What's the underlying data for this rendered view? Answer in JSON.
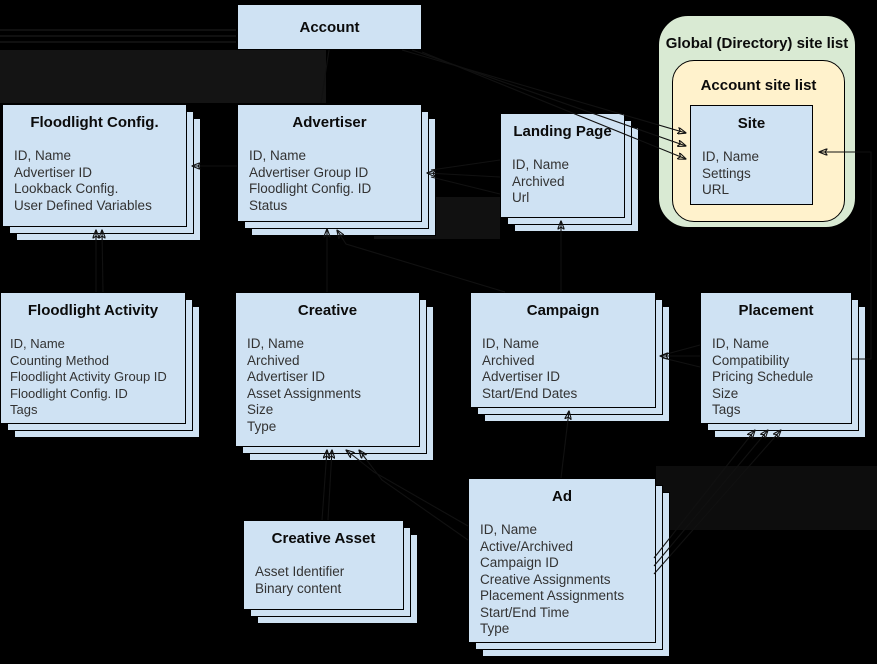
{
  "diagram": {
    "kind": "entity-relationship-diagram",
    "colors": {
      "background": "#000000",
      "entity_fill": "#cfe2f3",
      "entity_border": "#000000",
      "global_list_fill": "#d9ead3",
      "account_list_fill": "#fff2cc",
      "connector": "#111111"
    }
  },
  "containers": {
    "global_site_list": {
      "label": "Global (Directory) site list"
    },
    "account_site_list": {
      "label": "Account site list"
    }
  },
  "entities": {
    "account": {
      "title": "Account",
      "fields": []
    },
    "floodlight_config": {
      "title": "Floodlight Config.",
      "fields": [
        "ID, Name",
        "Advertiser ID",
        "Lookback Config.",
        "User Defined Variables"
      ]
    },
    "advertiser": {
      "title": "Advertiser",
      "fields": [
        "ID, Name",
        "Advertiser Group ID",
        "Floodlight Config. ID",
        "Status"
      ]
    },
    "landing_page": {
      "title": "Landing Page",
      "fields": [
        "ID, Name",
        "Archived",
        "Url"
      ]
    },
    "site": {
      "title": "Site",
      "fields": [
        "ID, Name",
        "Settings",
        "URL"
      ]
    },
    "floodlight_activity": {
      "title": "Floodlight Activity",
      "fields": [
        "ID, Name",
        "Counting Method",
        "Floodlight Activity Group ID",
        "Floodlight Config. ID",
        "Tags"
      ]
    },
    "creative": {
      "title": "Creative",
      "fields": [
        "ID, Name",
        "Archived",
        "Advertiser ID",
        "Asset Assignments",
        "Size",
        "Type"
      ]
    },
    "campaign": {
      "title": "Campaign",
      "fields": [
        "ID, Name",
        "Archived",
        "Advertiser ID",
        "Start/End Dates"
      ]
    },
    "placement": {
      "title": "Placement",
      "fields": [
        "ID, Name",
        "Compatibility",
        "Pricing Schedule",
        "Size",
        "Tags"
      ]
    },
    "creative_asset": {
      "title": "Creative Asset",
      "fields": [
        "Asset Identifier",
        "Binary content"
      ]
    },
    "ad": {
      "title": "Ad",
      "fields": [
        "ID, Name",
        "Active/Archived",
        "Campaign ID",
        "Creative Assignments",
        "Placement Assignments",
        "Start/End Time",
        "Type"
      ]
    }
  },
  "relationships": [
    {
      "from": "advertiser",
      "to": "floodlight_config"
    },
    {
      "from": "floodlight_activity",
      "to": "floodlight_config"
    },
    {
      "from": "creative",
      "to": "advertiser"
    },
    {
      "from": "campaign",
      "to": "advertiser"
    },
    {
      "from": "landing_page",
      "to": "advertiser"
    },
    {
      "from": "campaign",
      "to": "landing_page"
    },
    {
      "from": "account",
      "to": "advertiser"
    },
    {
      "from": "account",
      "to": "site"
    },
    {
      "from": "placement",
      "to": "campaign"
    },
    {
      "from": "ad",
      "to": "campaign"
    },
    {
      "from": "creative_asset",
      "to": "creative"
    },
    {
      "from": "ad",
      "to": "creative"
    },
    {
      "from": "ad",
      "to": "placement"
    },
    {
      "from": "placement",
      "to": "site"
    }
  ]
}
